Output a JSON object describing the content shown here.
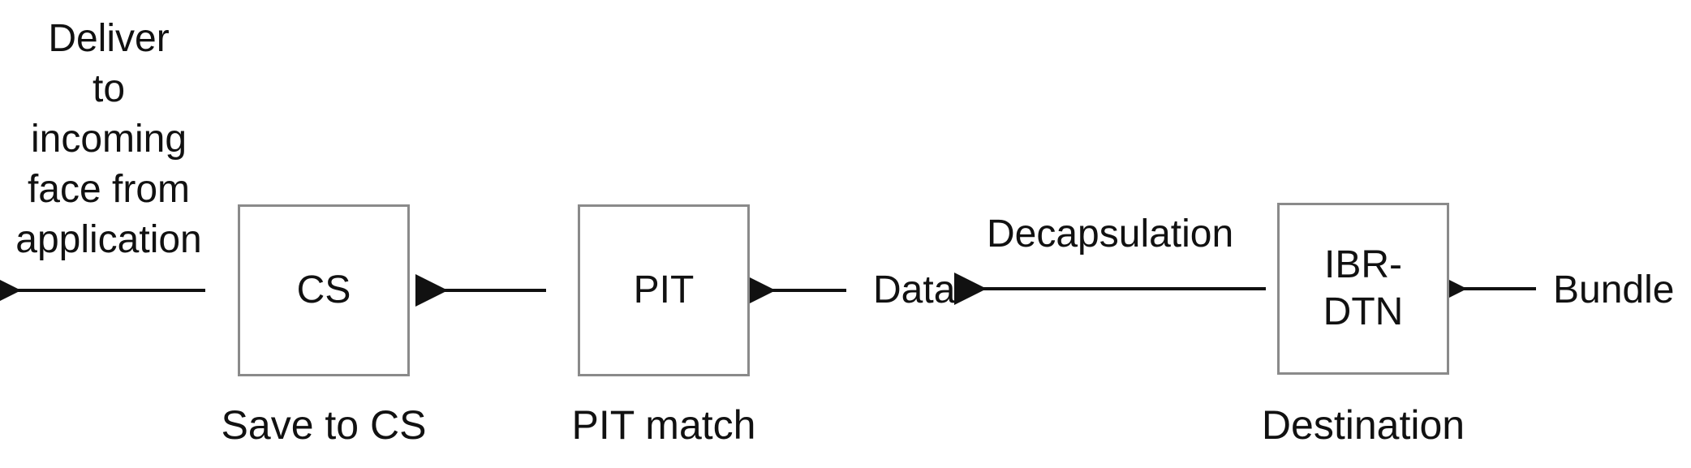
{
  "nodes": {
    "cs": {
      "label": "CS",
      "caption": "Save to CS"
    },
    "pit": {
      "label": "PIT",
      "caption": "PIT match"
    },
    "ibr_dtn": {
      "label": "IBR-\nDTN",
      "caption": "Destination"
    }
  },
  "labels": {
    "deliver": "Deliver\nto\nincoming\nface from\napplication",
    "data": "Data",
    "decapsulation": "Decapsulation",
    "bundle": "Bundle"
  },
  "colors": {
    "box_border": "#8a8a8a",
    "arrow": "#111111",
    "text": "#111111"
  }
}
